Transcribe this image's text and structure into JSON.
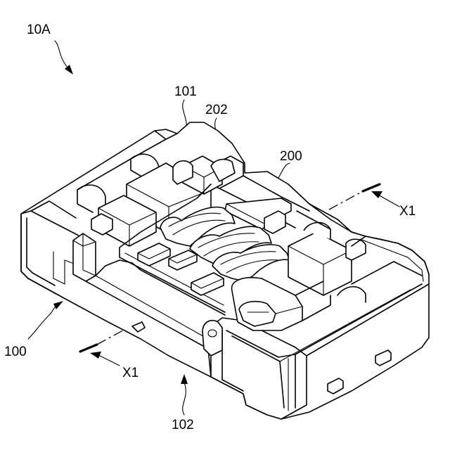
{
  "labels": {
    "assembly": "10A",
    "top_part": "101",
    "inner_part": "202",
    "second_connector": "200",
    "section_right": "X1",
    "section_left": "X1",
    "first_connector": "100",
    "bottom_part": "102"
  }
}
